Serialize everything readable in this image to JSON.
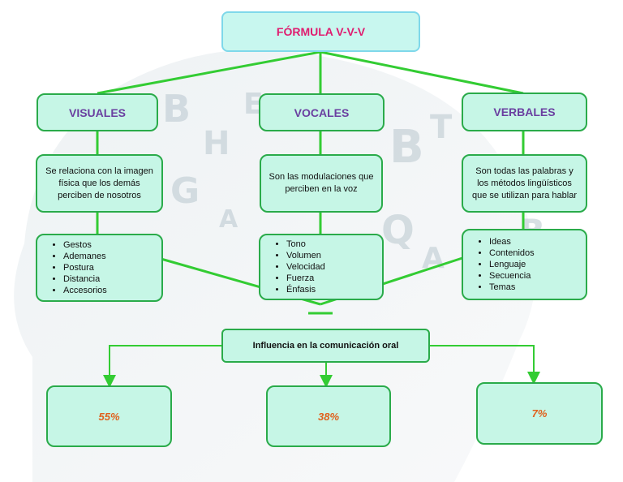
{
  "title": "FÓRMULA V-V-V",
  "categories": [
    {
      "name": "VISUALES",
      "description": "Se relaciona con la imagen física que los demás perciben de nosotros",
      "items": [
        "Gestos",
        "Ademanes",
        "Postura",
        "Distancia",
        "Accesorios"
      ]
    },
    {
      "name": "VOCALES",
      "description": "Son las modulaciones que perciben en la voz",
      "items": [
        "Tono",
        "Volumen",
        "Velocidad",
        "Fuerza",
        "Énfasis"
      ]
    },
    {
      "name": "VERBALES",
      "description": "Son todas las palabras y los métodos lingüísticos que se utilizan para hablar",
      "items": [
        "Ideas",
        "Contenidos",
        "Lenguaje",
        "Secuencia",
        "Temas"
      ]
    }
  ],
  "influence": "Influencia en la comunicación oral",
  "percentages": [
    "55%",
    "38%",
    "7%"
  ],
  "colors": {
    "box_fill": "#c6f6e6",
    "box_border": "#2aab4a",
    "connector": "#33cc33",
    "title_text": "#e01c6f",
    "category_text": "#6a3fa0",
    "percent_text": "#e0601c"
  }
}
